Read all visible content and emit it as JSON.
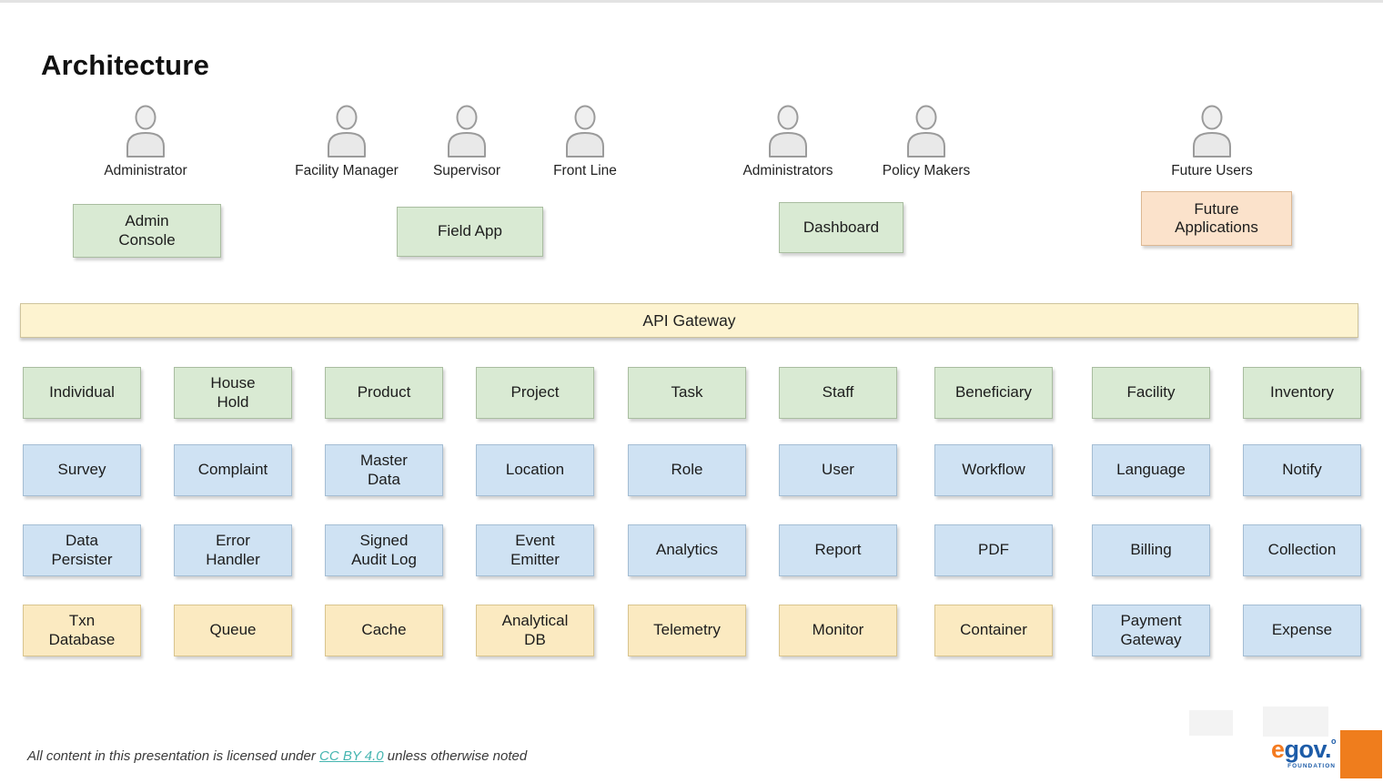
{
  "title": "Architecture",
  "users": [
    {
      "label": "Administrator"
    },
    {
      "label": "Facility Manager"
    },
    {
      "label": "Supervisor"
    },
    {
      "label": "Front Line"
    },
    {
      "label": "Administrators"
    },
    {
      "label": "Policy Makers"
    },
    {
      "label": "Future Users"
    }
  ],
  "apps": [
    {
      "label": "Admin\nConsole",
      "color": "green"
    },
    {
      "label": "Field App",
      "color": "green"
    },
    {
      "label": "Dashboard",
      "color": "green"
    },
    {
      "label": "Future\nApplications",
      "color": "peach"
    }
  ],
  "api_gateway": {
    "label": "API Gateway"
  },
  "grid": {
    "rows": [
      {
        "cells": [
          {
            "label": "Individual",
            "color": "green"
          },
          {
            "label": "House\nHold",
            "color": "green"
          },
          {
            "label": "Product",
            "color": "green"
          },
          {
            "label": "Project",
            "color": "green"
          },
          {
            "label": "Task",
            "color": "green"
          },
          {
            "label": "Staff",
            "color": "green"
          },
          {
            "label": "Beneficiary",
            "color": "green"
          },
          {
            "label": "Facility",
            "color": "green"
          },
          {
            "label": "Inventory",
            "color": "green"
          }
        ]
      },
      {
        "cells": [
          {
            "label": "Survey",
            "color": "blue"
          },
          {
            "label": "Complaint",
            "color": "blue"
          },
          {
            "label": "Master\nData",
            "color": "blue"
          },
          {
            "label": "Location",
            "color": "blue"
          },
          {
            "label": "Role",
            "color": "blue"
          },
          {
            "label": "User",
            "color": "blue"
          },
          {
            "label": "Workflow",
            "color": "blue"
          },
          {
            "label": "Language",
            "color": "blue"
          },
          {
            "label": "Notify",
            "color": "blue"
          }
        ]
      },
      {
        "cells": [
          {
            "label": "Data\nPersister",
            "color": "blue"
          },
          {
            "label": "Error\nHandler",
            "color": "blue"
          },
          {
            "label": "Signed\nAudit Log",
            "color": "blue"
          },
          {
            "label": "Event\nEmitter",
            "color": "blue"
          },
          {
            "label": "Analytics",
            "color": "blue"
          },
          {
            "label": "Report",
            "color": "blue"
          },
          {
            "label": "PDF",
            "color": "blue"
          },
          {
            "label": "Billing",
            "color": "blue"
          },
          {
            "label": "Collection",
            "color": "blue"
          }
        ]
      },
      {
        "cells": [
          {
            "label": "Txn\nDatabase",
            "color": "yellow"
          },
          {
            "label": "Queue",
            "color": "yellow"
          },
          {
            "label": "Cache",
            "color": "yellow"
          },
          {
            "label": "Analytical\nDB",
            "color": "yellow"
          },
          {
            "label": "Telemetry",
            "color": "yellow"
          },
          {
            "label": "Monitor",
            "color": "yellow"
          },
          {
            "label": "Container",
            "color": "yellow"
          },
          {
            "label": "Payment\nGateway",
            "color": "blue"
          },
          {
            "label": "Expense",
            "color": "blue"
          }
        ]
      }
    ]
  },
  "footer": {
    "prefix": "All content in this presentation is licensed under ",
    "link": "CC BY 4.0",
    "suffix": " unless otherwise noted"
  },
  "logo": {
    "e": "e",
    "gov": "gov.",
    "reg": "o",
    "foundation": "FOUNDATION"
  },
  "colors": {
    "box_green": "#d9ead3",
    "box_blue": "#cfe2f3",
    "box_yellow": "#fbeac1",
    "box_peach": "#fbe2cb",
    "api_bar": "#fdf3d0",
    "link_teal": "#45b5b0",
    "logo_orange": "#ef7d1d",
    "logo_blue": "#1d5ca8"
  }
}
